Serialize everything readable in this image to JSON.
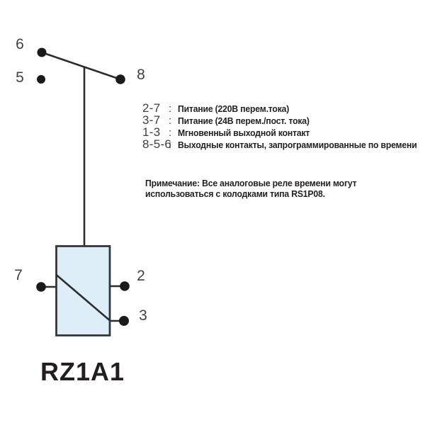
{
  "diagram": {
    "model": "RZ1A1",
    "pins": {
      "p6": "6",
      "p5": "5",
      "p8": "8",
      "p7": "7",
      "p2": "2",
      "p3": "3"
    },
    "colors": {
      "box_fill": "#ddeef9",
      "box_border": "#33373b",
      "wire": "#2d2d2d",
      "dot": "#1a1a1a",
      "label": "#414042"
    }
  },
  "legend": {
    "rows": [
      {
        "pins": "2-7",
        "colon": ":",
        "desc": "Питание (220В перем.тока)"
      },
      {
        "pins": "3-7",
        "colon": ":",
        "desc": "Питание (24В перем./пост. тока)"
      },
      {
        "pins": "1-3",
        "colon": ":",
        "desc": "Мгновенный выходной контакт"
      },
      {
        "pins": "8-5-6",
        "colon": ":",
        "desc": "Выходные контакты, запрограммированные по времени"
      }
    ],
    "note": {
      "line1": "Примечание: Все аналоговые реле времени могут",
      "line2": "использоваться с колодками типа RS1P08."
    }
  }
}
